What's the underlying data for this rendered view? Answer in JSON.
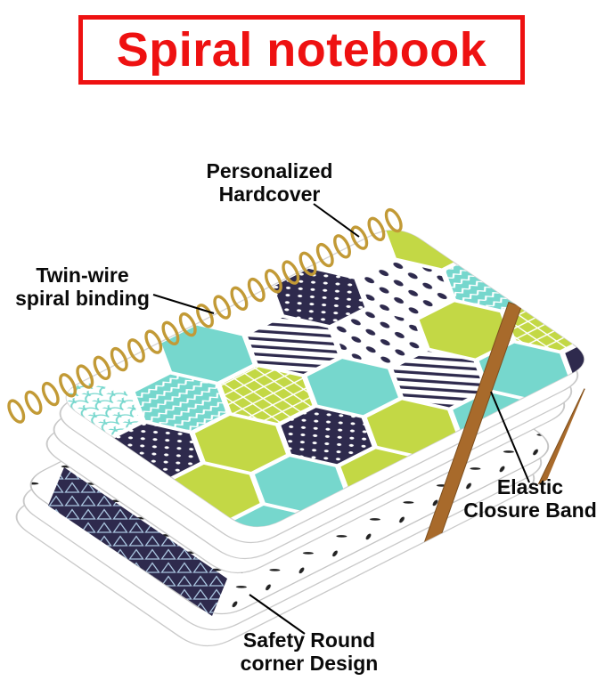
{
  "title": "Spiral notebook",
  "annotations": {
    "hardcover": {
      "line1": "Personalized",
      "line2": "Hardcover"
    },
    "spiral_binding": {
      "line1": "Twin-wire",
      "line2": "spiral binding"
    },
    "elastic_band": {
      "line1": "Elastic",
      "line2": "Closure Band"
    },
    "round_corner": {
      "line1": "Safety Round",
      "line2": "corner Design"
    }
  },
  "colors": {
    "title_red": "#ee1111",
    "label_text": "#0a0a0a",
    "teal": "#76d7cd",
    "lime": "#c3d845",
    "navy": "#2e2a4d",
    "gold": "#c29a36",
    "band_brown": "#a86a2b",
    "band_edge": "#7c4e1d",
    "cover_white": "#ffffff",
    "edge_gray": "#c9c9c9",
    "leaf_dark": "#222222",
    "tri_light": "#a9c4de"
  }
}
